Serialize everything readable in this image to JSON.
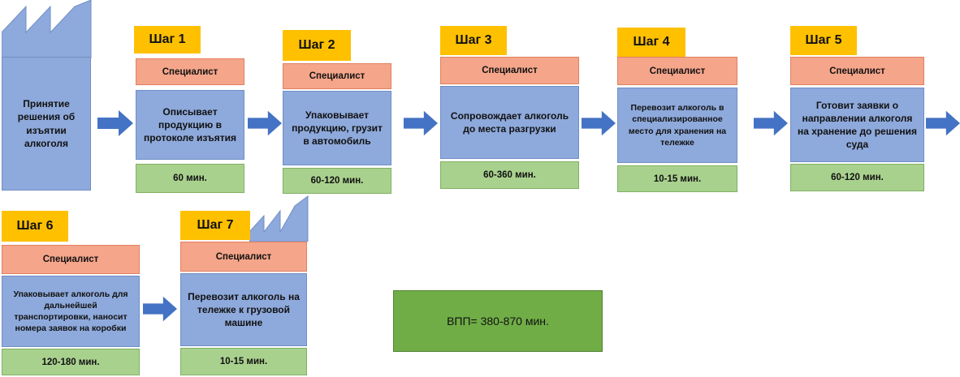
{
  "start": {
    "label": "Принятие решения об изъятии алкоголя"
  },
  "steps": [
    {
      "tag": "Шаг 1",
      "role": "Специалист",
      "action": "Описывает продукцию в протоколе изъятия",
      "time": "60 мин."
    },
    {
      "tag": "Шаг 2",
      "role": "Специалист",
      "action": "Упаковывает продукцию, грузит в автомобиль",
      "time": "60-120 мин."
    },
    {
      "tag": "Шаг 3",
      "role": "Специалист",
      "action": "Сопровождает алкоголь до места разгрузки",
      "time": "60-360 мин."
    },
    {
      "tag": "Шаг 4",
      "role": "Специалист",
      "action": "Перевозит алкоголь в специализированное место для хранения на тележке",
      "time": "10-15 мин."
    },
    {
      "tag": "Шаг 5",
      "role": "Специалист",
      "action": "Готовит заявки о направлении алкоголя на хранение до решения суда",
      "time": "60-120 мин."
    },
    {
      "tag": "Шаг 6",
      "role": "Специалист",
      "action": "Упаковывает алкоголь для дальнейшей транспортировки, наносит номера заявок на коробки",
      "time": "120-180 мин."
    },
    {
      "tag": "Шаг 7",
      "role": "Специалист",
      "action": "Перевозит алкоголь на тележке к грузовой машине",
      "time": "10-15 мин."
    }
  ],
  "total": {
    "label": "ВПП= 380-870 мин."
  },
  "colors": {
    "step_tag": "#ffc000",
    "role": "#f4a58a",
    "action": "#8ea9db",
    "time": "#a9d18e",
    "total": "#70ad47",
    "arrow": "#4472c4"
  }
}
